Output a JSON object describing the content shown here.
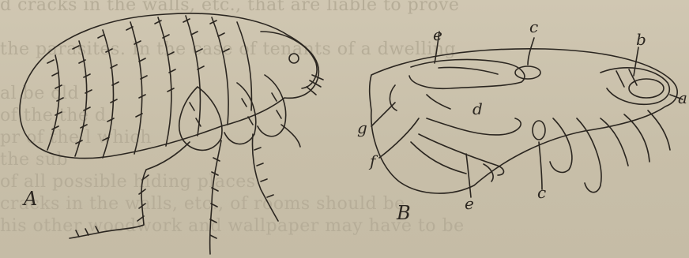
{
  "background_text": [
    "d cracks in the walls, etc., that are liable to prove",
    "the parasites. In the case of tenants of a dwelling",
    "al be                    old",
    "   of the        the        d",
    "pr      of the l         which",
    "                                   the sub",
    "                  of all possible hiding places",
    "   cracks in the walls, etc., of rooms should be",
    "his other woodwork and wallpaper may have to be"
  ],
  "figure_a": {
    "caption": "A"
  },
  "figure_b": {
    "caption": "B",
    "labels": {
      "a": "a",
      "b": "b",
      "c_top": "c",
      "c_bottom": "c",
      "d": "d",
      "e_top": "e",
      "e_bottom": "e",
      "f": "f",
      "g": "g"
    }
  },
  "colors": {
    "paper": "#cbc2ad",
    "ink": "#2b2620",
    "bleed": "#b6ad98"
  }
}
